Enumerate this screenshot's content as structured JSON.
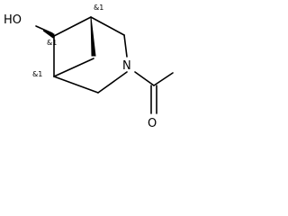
{
  "molecule": {
    "atoms": {
      "hydroxyl": "HO",
      "nitrogen": "N",
      "carbonyl_oxygen": "O"
    },
    "stereo_labels": {
      "top_bridgehead": "&1",
      "hydroxyl_carbon": "&1",
      "bottom_bridgehead": "&1"
    }
  }
}
